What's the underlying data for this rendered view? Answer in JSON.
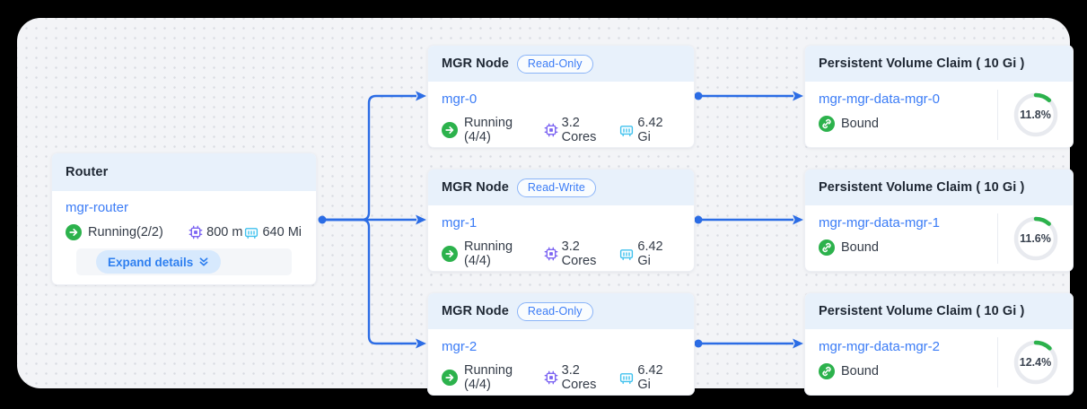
{
  "router": {
    "title": "Router",
    "name": "mgr-router",
    "status": "Running(2/2)",
    "cpu": "800 m",
    "memory": "640 Mi",
    "expand_label": "Expand details"
  },
  "mgr_nodes": [
    {
      "title": "MGR Node",
      "badge": "Read-Only",
      "name": "mgr-0",
      "status": "Running (4/4)",
      "cpu": "3.2 Cores",
      "memory": "6.42 Gi"
    },
    {
      "title": "MGR Node",
      "badge": "Read-Write",
      "name": "mgr-1",
      "status": "Running (4/4)",
      "cpu": "3.2 Cores",
      "memory": "6.42 Gi"
    },
    {
      "title": "MGR Node",
      "badge": "Read-Only",
      "name": "mgr-2",
      "status": "Running (4/4)",
      "cpu": "3.2 Cores",
      "memory": "6.42 Gi"
    }
  ],
  "pvcs": [
    {
      "title": "Persistent Volume Claim ( 10 Gi )",
      "name": "mgr-mgr-data-mgr-0",
      "status": "Bound",
      "usage_percent": 11.8,
      "usage_label": "11.8%"
    },
    {
      "title": "Persistent Volume Claim ( 10 Gi )",
      "name": "mgr-mgr-data-mgr-1",
      "status": "Bound",
      "usage_percent": 11.6,
      "usage_label": "11.6%"
    },
    {
      "title": "Persistent Volume Claim ( 10 Gi )",
      "name": "mgr-mgr-data-mgr-2",
      "status": "Bound",
      "usage_percent": 12.4,
      "usage_label": "12.4%"
    }
  ],
  "icons": {
    "running": "green-circle-right-arrow",
    "bound": "green-circle-link",
    "cpu": "purple-chip",
    "memory": "cyan-ram-stick",
    "expand": "double-chevron-down"
  },
  "colors": {
    "edge_blue": "#2b6ce5",
    "link_blue": "#3b7cf6",
    "status_green": "#2cb24c",
    "cpu_purple": "#7c64f2",
    "memory_cyan": "#3fc1ee",
    "header_bg": "#e8f1fb",
    "canvas_bg": "#f3f4f7",
    "ring_track": "#e8eaef",
    "ring_fill": "#2cb24c"
  }
}
